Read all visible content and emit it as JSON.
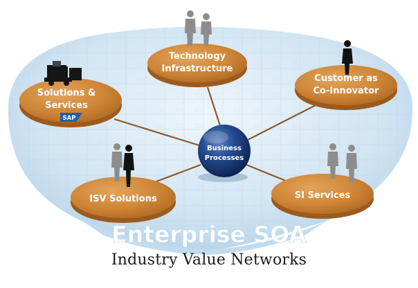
{
  "platform_label": "Enterprise SOA",
  "footer_caption": "Industry Value Networks",
  "hub": {
    "lines": [
      "Business",
      "Processes"
    ]
  },
  "nodes": [
    {
      "id": "technology",
      "lines": [
        "Technology",
        "Infrastructure"
      ]
    },
    {
      "id": "customer",
      "lines": [
        "Customer as",
        "Co-Innovator"
      ]
    },
    {
      "id": "solutions",
      "lines": [
        "Solutions &",
        "Services"
      ],
      "badge": "SAP"
    },
    {
      "id": "isv",
      "lines": [
        "ISV Solutions"
      ]
    },
    {
      "id": "si",
      "lines": [
        "SI Services"
      ]
    }
  ],
  "colors": {
    "disc_top": "#d08a3c",
    "disc_side": "#9c5a1e",
    "hub": "#1d3f7a",
    "connector": "#8a5a2e",
    "platform": "#cfe3f2",
    "platform_text": "#ffffff",
    "badge": "#1f5fb0"
  },
  "icons": [
    "people-icon",
    "person-icon",
    "forklift-icon",
    "sap-logo-icon"
  ]
}
